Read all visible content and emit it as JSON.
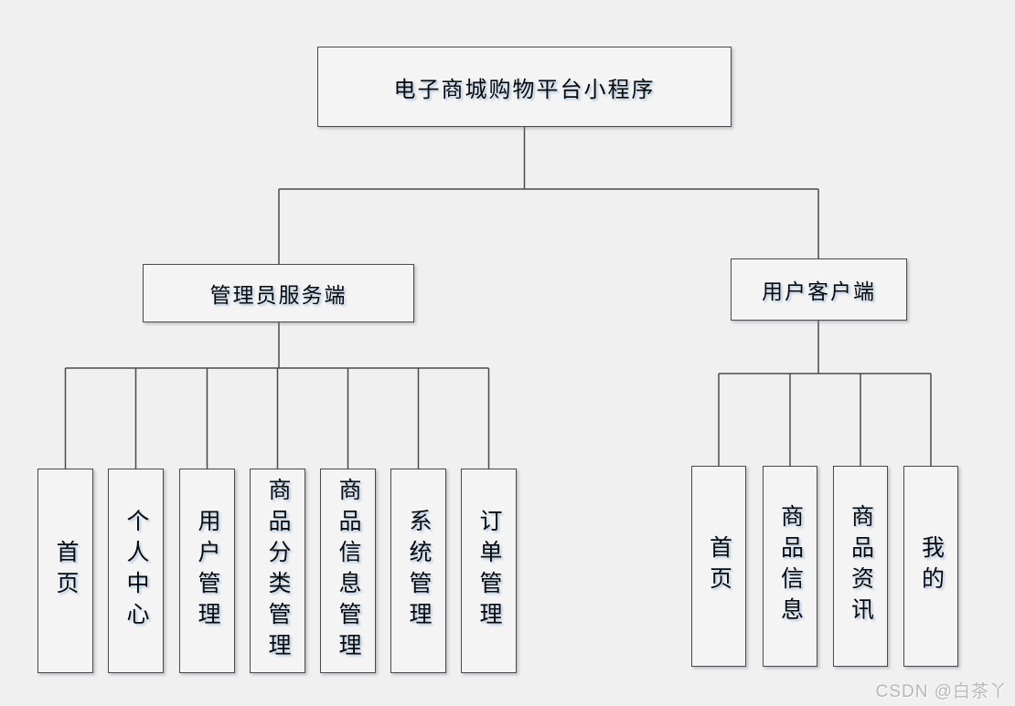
{
  "diagram": {
    "root": {
      "label": "电子商城购物平台小程序"
    },
    "branches": [
      {
        "label": "管理员服务端",
        "children": [
          {
            "label": "首页"
          },
          {
            "label": "个人中心"
          },
          {
            "label": "用户管理"
          },
          {
            "label": "商品分类管理"
          },
          {
            "label": "商品信息管理"
          },
          {
            "label": "系统管理"
          },
          {
            "label": "订单管理"
          }
        ]
      },
      {
        "label": "用户客户端",
        "children": [
          {
            "label": "首页"
          },
          {
            "label": "商品信息"
          },
          {
            "label": "商品资讯"
          },
          {
            "label": "我的"
          }
        ]
      }
    ]
  },
  "watermark": {
    "text": "CSDN @白茶丫"
  },
  "colors": {
    "background": "#f0f0f1",
    "node_fill": "#f4f4f5",
    "node_border": "#4a4a4a",
    "connector": "#4a4a4a",
    "text": "#0a0a0a",
    "text_shadow": "#adc6e5",
    "watermark": "#b8b8b8"
  }
}
